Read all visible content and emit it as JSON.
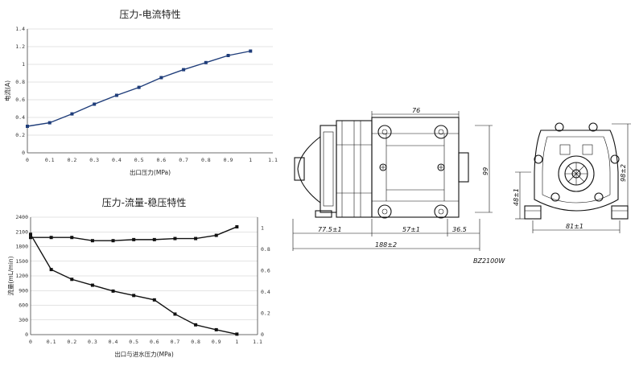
{
  "chart_data": [
    {
      "type": "line",
      "title": "压力-电流特性",
      "xlabel": "出口压力(MPa)",
      "ylabel": "电流(A)",
      "xlim": [
        0,
        1.1
      ],
      "ylim": [
        0,
        1.4
      ],
      "xticks": [
        "0",
        "0.1",
        "0.2",
        "0.3",
        "0.4",
        "0.5",
        "0.6",
        "0.7",
        "0.8",
        "0.9",
        "1",
        "1.1"
      ],
      "yticks": [
        "0",
        "0.2",
        "0.4",
        "0.6",
        "0.8",
        "1",
        "1.2",
        "1.4"
      ],
      "grid": true,
      "series": [
        {
          "x": [
            0,
            0.1,
            0.2,
            0.3,
            0.4,
            0.5,
            0.6,
            0.7,
            0.8,
            0.9,
            1.0
          ],
          "values": [
            0.3,
            0.34,
            0.44,
            0.55,
            0.65,
            0.74,
            0.85,
            0.94,
            1.02,
            1.1,
            1.15
          ],
          "color": "#1f3d7a"
        }
      ]
    },
    {
      "type": "line",
      "title": "压力-流量-稳压特性",
      "xlabel": "出口与进水压力(MPa)",
      "ylabel": "流量(mL/min)",
      "xlim": [
        0,
        1.1
      ],
      "ylim": [
        0,
        2400
      ],
      "y2lim": [
        0,
        1.1
      ],
      "xticks": [
        "0",
        "0.1",
        "0.2",
        "0.3",
        "0.4",
        "0.5",
        "0.6",
        "0.7",
        "0.8",
        "0.9",
        "1",
        "1.1"
      ],
      "yticks": [
        "0",
        "300",
        "600",
        "900",
        "1200",
        "1500",
        "1800",
        "2100",
        "2400"
      ],
      "y2ticks": [
        "0",
        "0.2",
        "0.4",
        "0.6",
        "0.8",
        "1"
      ],
      "grid": true,
      "series": [
        {
          "axis": "left",
          "x": [
            0,
            0.1,
            0.2,
            0.3,
            0.4,
            0.5,
            0.6,
            0.7,
            0.8,
            0.9,
            1.0
          ],
          "values": [
            2050,
            1330,
            1130,
            1010,
            890,
            800,
            710,
            420,
            200,
            100,
            10
          ],
          "color": "#111111"
        },
        {
          "axis": "right",
          "x": [
            0,
            0.1,
            0.2,
            0.3,
            0.4,
            0.5,
            0.6,
            0.7,
            0.8,
            0.9,
            1.0
          ],
          "values": [
            0.91,
            0.91,
            0.91,
            0.88,
            0.88,
            0.89,
            0.89,
            0.9,
            0.9,
            0.93,
            1.01
          ],
          "color": "#111111"
        }
      ]
    }
  ],
  "drawing": {
    "dims": {
      "d76": "76",
      "d99": "99",
      "d77": "77.5±1",
      "d57": "57±1",
      "d365": "36.5",
      "d188": "188±2",
      "d48": "48±1",
      "d81": "81±1",
      "d98": "98±2"
    },
    "model": "BZ2100W"
  }
}
